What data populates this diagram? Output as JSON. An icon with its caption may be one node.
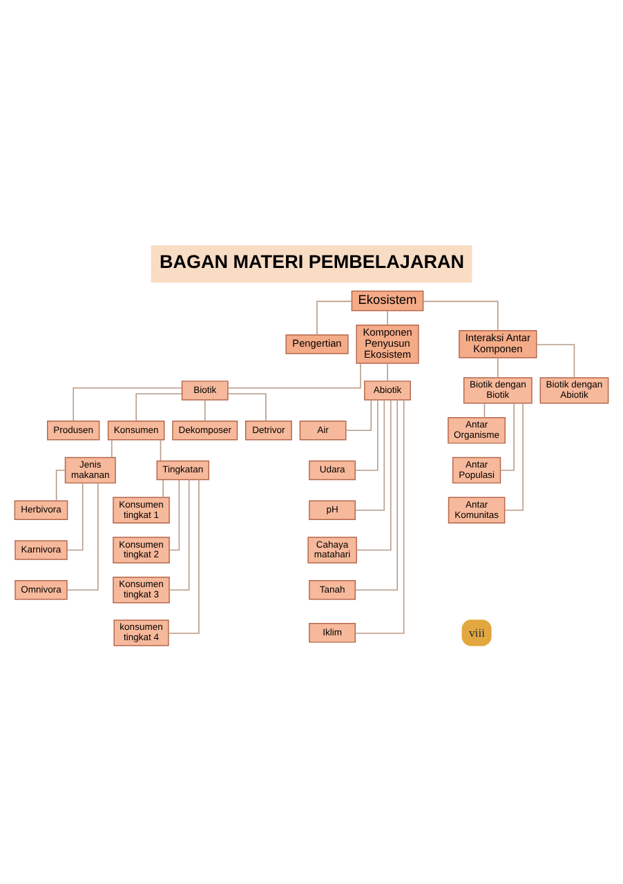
{
  "diagram": {
    "title": "BAGAN MATERI PEMBELAJARAN",
    "nodes": [
      {
        "text": [
          "Ekosistem"
        ]
      },
      {
        "text": [
          "Pengertian"
        ]
      },
      {
        "text": [
          "Komponen Penyusun Ekosistem"
        ]
      },
      {
        "text": [
          "Interaksi Antar Komponen"
        ]
      },
      {
        "text": [
          "Biotik"
        ]
      },
      {
        "text": [
          "Abiotik"
        ]
      },
      {
        "text": [
          "Biotik dengan Biotik"
        ]
      },
      {
        "text": [
          "Biotik dengan Abiotik"
        ]
      },
      {
        "text": [
          "Produsen"
        ]
      },
      {
        "text": [
          "Konsumen"
        ]
      },
      {
        "text": [
          "Dekomposer"
        ]
      },
      {
        "text": [
          "Detrivor"
        ]
      },
      {
        "text": [
          "Air"
        ]
      },
      {
        "text": [
          "Udara"
        ]
      },
      {
        "text": [
          "pH"
        ]
      },
      {
        "text": [
          "Cahaya matahari"
        ]
      },
      {
        "text": [
          "Tanah"
        ]
      },
      {
        "text": [
          "Iklim"
        ]
      },
      {
        "text": [
          "Antar Organisme"
        ]
      },
      {
        "text": [
          "Antar Populasi"
        ]
      },
      {
        "text": [
          "Antar Komunitas"
        ]
      },
      {
        "text": [
          "Jenis makanan"
        ]
      },
      {
        "text": [
          "Tingkatan"
        ]
      },
      {
        "text": [
          "Herbivora"
        ]
      },
      {
        "text": [
          "Karnivora"
        ]
      },
      {
        "text": [
          "Omnivora"
        ]
      },
      {
        "text": [
          "Konsumen tingkat 1"
        ]
      },
      {
        "text": [
          "Konsumen tingkat 2"
        ]
      },
      {
        "text": [
          "Konsumen tingkat 3"
        ]
      },
      {
        "text": [
          "konsumen tingkat 4"
        ]
      }
    ],
    "edges": [
      {
        "from": 0,
        "to": 1,
        "arrow": "none"
      },
      {
        "from": 0,
        "to": 2,
        "arrow": "none"
      },
      {
        "from": 0,
        "to": 3,
        "arrow": "none"
      },
      {
        "from": 2,
        "to": 4,
        "arrow": "none"
      },
      {
        "from": 2,
        "to": 5,
        "arrow": "none"
      },
      {
        "from": 3,
        "to": 6,
        "arrow": "none"
      },
      {
        "from": 3,
        "to": 7,
        "arrow": "none"
      },
      {
        "from": 4,
        "to": 8,
        "arrow": "none"
      },
      {
        "from": 4,
        "to": 9,
        "arrow": "none"
      },
      {
        "from": 4,
        "to": 10,
        "arrow": "none"
      },
      {
        "from": 4,
        "to": 11,
        "arrow": "none"
      },
      {
        "from": 5,
        "to": 12,
        "arrow": "none"
      },
      {
        "from": 5,
        "to": 13,
        "arrow": "none"
      },
      {
        "from": 5,
        "to": 14,
        "arrow": "none"
      },
      {
        "from": 5,
        "to": 15,
        "arrow": "none"
      },
      {
        "from": 5,
        "to": 16,
        "arrow": "none"
      },
      {
        "from": 5,
        "to": 17,
        "arrow": "none"
      },
      {
        "from": 6,
        "to": 18,
        "arrow": "none"
      },
      {
        "from": 6,
        "to": 19,
        "arrow": "none"
      },
      {
        "from": 6,
        "to": 20,
        "arrow": "none"
      },
      {
        "from": 9,
        "to": 21,
        "arrow": "none"
      },
      {
        "from": 9,
        "to": 22,
        "arrow": "none"
      },
      {
        "from": 21,
        "to": 23,
        "arrow": "none"
      },
      {
        "from": 21,
        "to": 24,
        "arrow": "none"
      },
      {
        "from": 21,
        "to": 25,
        "arrow": "none"
      },
      {
        "from": 22,
        "to": 26,
        "arrow": "none"
      },
      {
        "from": 22,
        "to": 27,
        "arrow": "none"
      },
      {
        "from": 22,
        "to": 28,
        "arrow": "none"
      },
      {
        "from": 22,
        "to": 29,
        "arrow": "none"
      }
    ],
    "labels": [
      "viii"
    ]
  }
}
